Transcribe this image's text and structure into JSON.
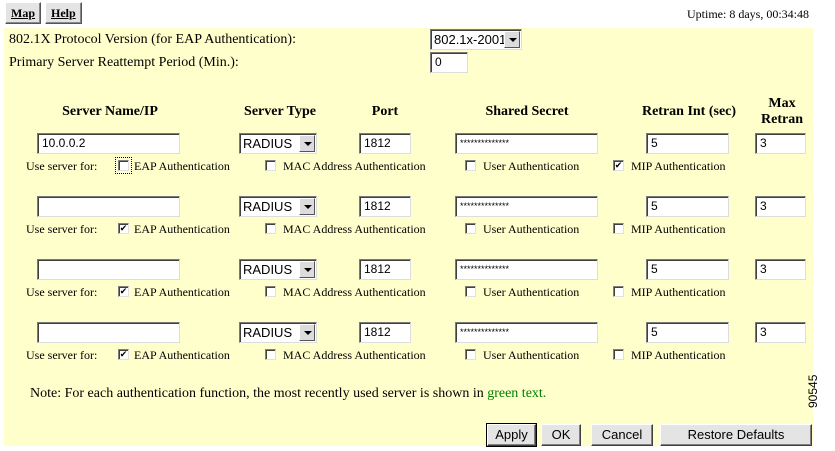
{
  "nav": {
    "map_label": "Map",
    "help_label": "Help"
  },
  "uptime": "Uptime: 8 days, 00:34:48",
  "settings": {
    "protocol_label": "802.1X Protocol Version (for EAP Authentication):",
    "protocol_value": "802.1x-2001",
    "reattempt_label": "Primary Server Reattempt Period (Min.):",
    "reattempt_value": "0"
  },
  "table": {
    "headers": {
      "server": "Server Name/IP",
      "type": "Server Type",
      "port": "Port",
      "secret": "Shared Secret",
      "retran_int": "Retran Int (sec)",
      "max_retran": "Max\nRetran"
    },
    "use_server_for_label": "Use server for:",
    "auth_labels": {
      "eap": "EAP Authentication",
      "mac": "MAC Address Authentication",
      "user": "User Authentication",
      "mip": "MIP Authentication"
    },
    "servers": [
      {
        "name": "10.0.0.2",
        "type": "RADIUS",
        "port": "1812",
        "secret": "**************",
        "retran_int": "5",
        "max_retran": "3",
        "eap": false,
        "mac": false,
        "user": false,
        "mip": true
      },
      {
        "name": "",
        "type": "RADIUS",
        "port": "1812",
        "secret": "**************",
        "retran_int": "5",
        "max_retran": "3",
        "eap": true,
        "mac": false,
        "user": false,
        "mip": false
      },
      {
        "name": "",
        "type": "RADIUS",
        "port": "1812",
        "secret": "**************",
        "retran_int": "5",
        "max_retran": "3",
        "eap": true,
        "mac": false,
        "user": false,
        "mip": false
      },
      {
        "name": "",
        "type": "RADIUS",
        "port": "1812",
        "secret": "**************",
        "retran_int": "5",
        "max_retran": "3",
        "eap": true,
        "mac": false,
        "user": false,
        "mip": false
      }
    ]
  },
  "note": {
    "text": "Note: For each authentication function, the most recently used server is shown in ",
    "green_text": "green text."
  },
  "buttons": {
    "apply": "Apply",
    "ok": "OK",
    "cancel": "Cancel",
    "restore": "Restore Defaults"
  },
  "figure_number": "90545",
  "colors": {
    "panel_bg": "#ffffcc",
    "note_green": "#008000"
  }
}
